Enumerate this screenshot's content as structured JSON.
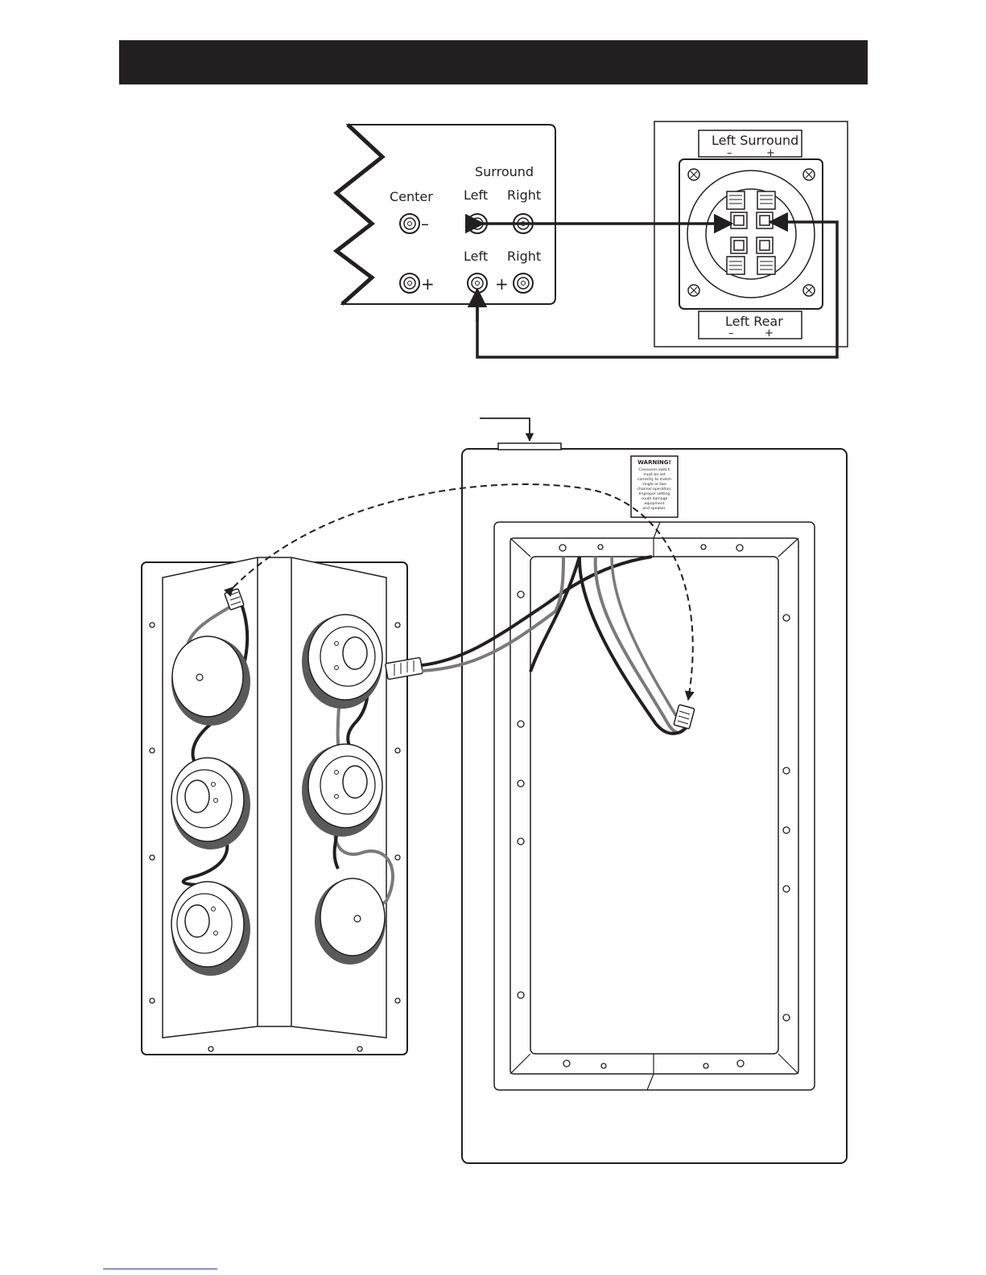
{
  "receiver": {
    "center_label": "Center",
    "surround_label": "Surround",
    "surround_left_top": "Left",
    "surround_right_top": "Right",
    "surround_left_bottom": "Left",
    "surround_right_bottom": "Right",
    "minus_sign": "–",
    "plus_sign_center": "+",
    "plus_sign_surround": "+"
  },
  "terminal_panel": {
    "top_label": "Left Surround",
    "top_minus": "–",
    "top_plus": "+",
    "bottom_label": "Left Rear",
    "bottom_minus": "–",
    "bottom_plus": "+"
  },
  "warning_label": {
    "title": "WARNING!",
    "lines": [
      "Crossover switch",
      "must be set",
      "correctly to match",
      "single or two",
      "channel operation.",
      "Improper setting",
      "could damage",
      "equipment",
      "and speaker."
    ]
  },
  "colors": {
    "ink": "#231f20",
    "wire_gray": "#7a7a7a",
    "header": "#231f20"
  }
}
